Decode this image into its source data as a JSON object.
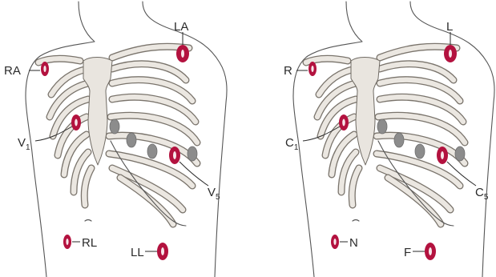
{
  "colors": {
    "electrode": "#b3123f",
    "electrode_hole": "#f7e6ea",
    "posterior_electrode": "#8c8c8c",
    "bone_fill": "#e9e5df",
    "outline": "#555555"
  },
  "panels": [
    {
      "id": "left",
      "labels": {
        "right_arm": "RA",
        "left_arm": "LA",
        "chest_main": "V",
        "chest_main_sub": "1",
        "chest_lateral": "V",
        "chest_lateral_sub": "5",
        "right_leg": "RL",
        "left_leg": "LL"
      }
    },
    {
      "id": "right",
      "labels": {
        "right_arm": "R",
        "left_arm": "L",
        "chest_main": "C",
        "chest_main_sub": "1",
        "chest_lateral": "C",
        "chest_lateral_sub": "5",
        "right_leg": "N",
        "left_leg": "F"
      }
    }
  ]
}
